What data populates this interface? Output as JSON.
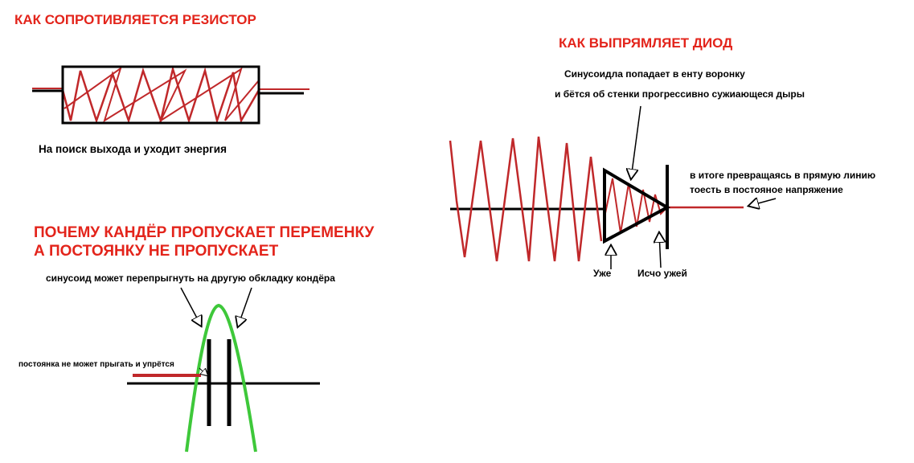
{
  "resistor": {
    "title": "КАК СОПРОТИВЛЯЕТСЯ РЕЗИСТОР",
    "caption": "На поиск выхода и уходит энергия"
  },
  "capacitor": {
    "title_line1": "ПОЧЕМУ КАНДЁР ПРОПУСКАЕТ ПЕРЕМЕНКУ",
    "title_line2": "А ПОСТОЯНКУ НЕ ПРОПУСКАЕТ",
    "sine_note": "синусоид может перепрыгнуть на другую обкладку кондёра",
    "dc_note": "постоянка не может прыгать и упрётся"
  },
  "diode": {
    "title": "КАК ВЫПРЯМЛЯЕТ ДИОД",
    "note_line1": "Синусоидла попадает в енту воронку",
    "note_line2": "и бётся об стенки прогрессивно сужиающеся дыры",
    "result_line1": "в итоге превращаясь в прямую линию",
    "result_line2": "тоесть в постояное напряжение",
    "label_narrow": "Уже",
    "label_narrower": "Исчо ужей"
  },
  "colors": {
    "red": "#e3241b",
    "wave": "#c0282a",
    "green": "#3ec83a",
    "black": "#000000"
  }
}
